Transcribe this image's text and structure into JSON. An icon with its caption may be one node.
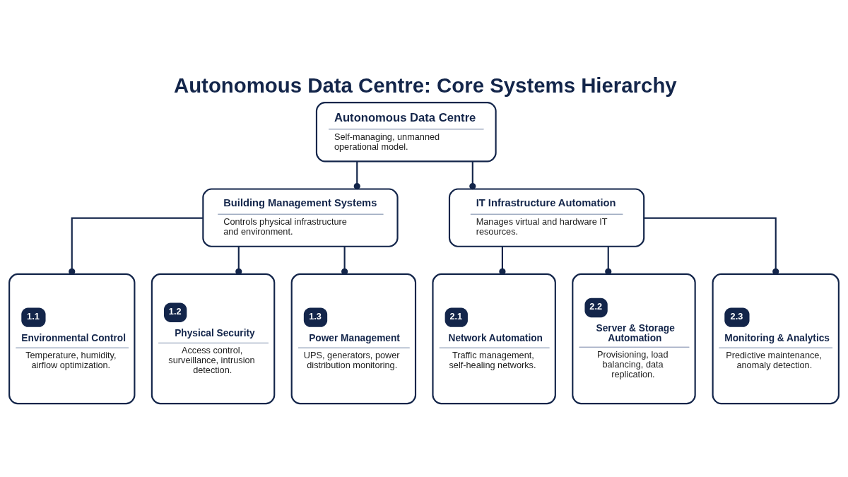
{
  "diagram": {
    "title": "Autonomous Data Centre: Core Systems Hierarchy",
    "nodes": [
      {
        "text": [
          "Autonomous Data Centre",
          "Self-managing, unmanned operational model."
        ]
      },
      {
        "text": [
          "Building Management Systems",
          "Controls physical infrastructure and environment."
        ]
      },
      {
        "text": [
          "IT Infrastructure Automation",
          "Manages virtual and hardware IT resources."
        ]
      },
      {
        "text": [
          "1.1",
          "Environmental Control",
          "Temperature, humidity, airflow optimization."
        ]
      },
      {
        "text": [
          "1.2",
          "Physical Security",
          "Access control, surveillance, intrusion detection."
        ]
      },
      {
        "text": [
          "1.3",
          "Power Management",
          "UPS, generators, power distribution monitoring."
        ]
      },
      {
        "text": [
          "2.1",
          "Network Automation",
          "Traffic management, self-healing networks."
        ]
      },
      {
        "text": [
          "2.2",
          "Server & Storage Automation",
          "Provisioning, load balancing, data replication."
        ]
      },
      {
        "text": [
          "2.3",
          "Monitoring & Analytics",
          "Predictive maintenance, anomaly detection."
        ]
      }
    ],
    "edges": [
      {
        "from": 0,
        "to": 1,
        "arrow": "other"
      },
      {
        "from": 0,
        "to": 2,
        "arrow": "other"
      },
      {
        "from": 1,
        "to": 3,
        "arrow": "other"
      },
      {
        "from": 1,
        "to": 4,
        "arrow": "other"
      },
      {
        "from": 1,
        "to": 5,
        "arrow": "other"
      },
      {
        "from": 2,
        "to": 6,
        "arrow": "other"
      },
      {
        "from": 2,
        "to": 7,
        "arrow": "other"
      },
      {
        "from": 2,
        "to": 8,
        "arrow": "other"
      }
    ]
  }
}
